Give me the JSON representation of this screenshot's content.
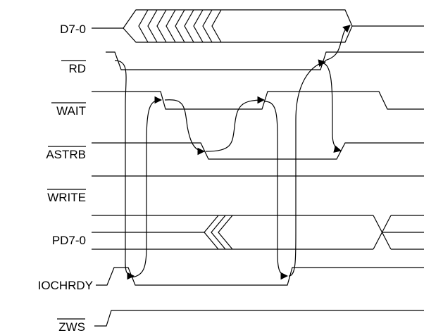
{
  "diagram": {
    "signals": [
      {
        "id": "d7-0",
        "label": "D7-0",
        "overbar": false
      },
      {
        "id": "rd",
        "label": "RD",
        "overbar": true
      },
      {
        "id": "wait",
        "label": "WAIT",
        "overbar": true
      },
      {
        "id": "astrb",
        "label": "ASTRB",
        "overbar": true
      },
      {
        "id": "write",
        "label": "WRITE",
        "overbar": true
      },
      {
        "id": "pd7-0",
        "label": "PD7-0",
        "overbar": false
      },
      {
        "id": "iochrdy",
        "label": "IOCHRDY",
        "overbar": false
      },
      {
        "id": "zws",
        "label": "ZWS",
        "overbar": true
      }
    ]
  }
}
